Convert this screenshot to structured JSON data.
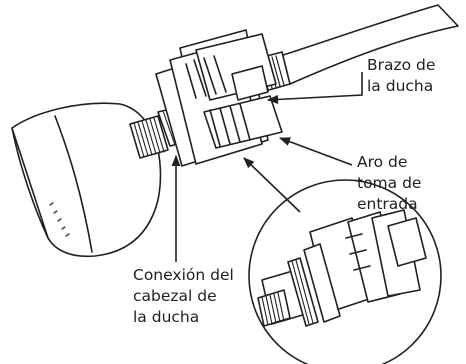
{
  "labels": {
    "shower_arm": [
      "Brazo de",
      "la ducha"
    ],
    "inlet_ring": [
      "Aro de",
      "toma de",
      "entrada"
    ],
    "head_connection": [
      "Conexión del",
      "cabezal de",
      "la ducha"
    ]
  },
  "colors": {
    "line": "#231f20",
    "fill": "#ffffff"
  },
  "icons": [
    "shower-head-icon",
    "shower-filter-icon",
    "shower-arm-pipe-icon",
    "magnified-detail-icon"
  ]
}
